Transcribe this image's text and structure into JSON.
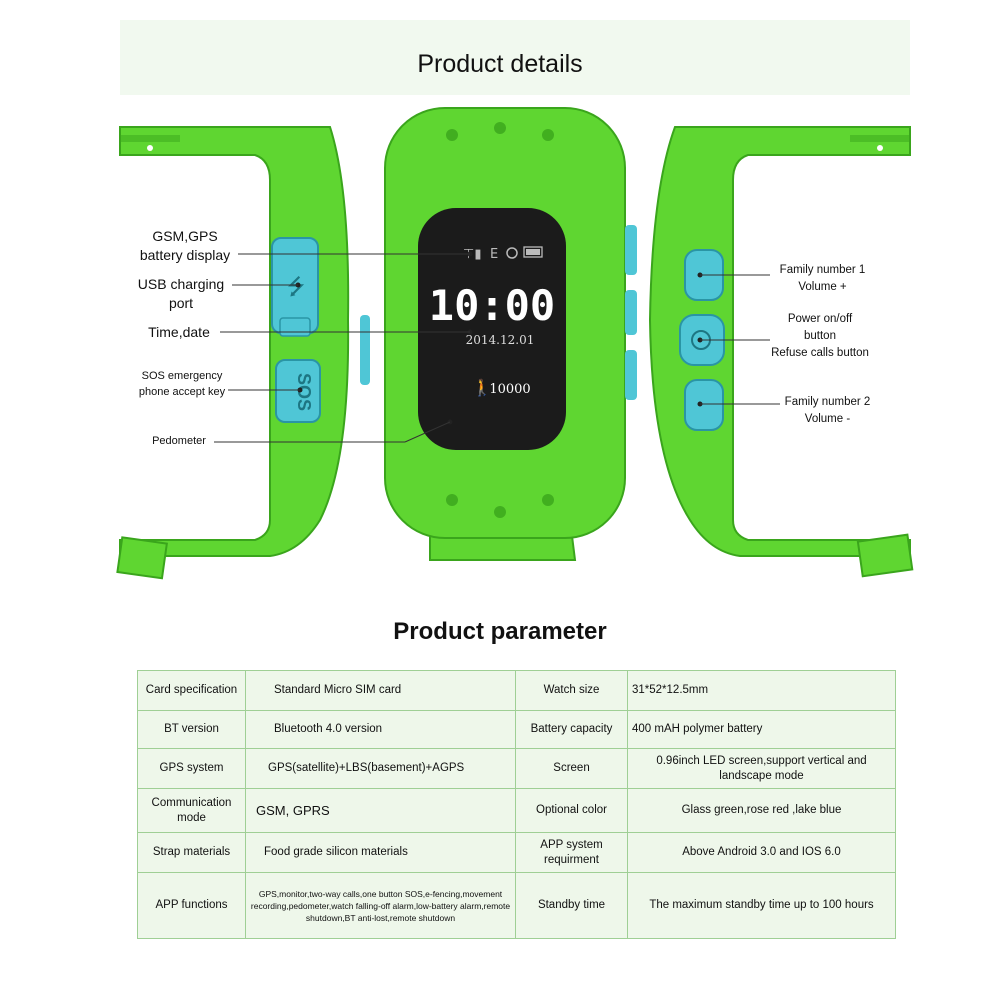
{
  "header": {
    "title": "Product details"
  },
  "watch": {
    "time": "10:00",
    "date": "2014.12.01",
    "steps": "10000",
    "sos": "SOS",
    "status_e": "E"
  },
  "callouts": {
    "gsm_gps": [
      "GSM,GPS",
      "battery display"
    ],
    "usb": [
      "USB charging",
      "port"
    ],
    "time_date": "Time,date",
    "sos": [
      "SOS emergency",
      "phone accept key"
    ],
    "pedometer": "Pedometer",
    "family1": [
      "Family number 1",
      "Volume +"
    ],
    "power": [
      "Power on/off",
      "button",
      "Refuse calls button"
    ],
    "family2": [
      "Family number 2",
      "Volume -"
    ]
  },
  "params": {
    "title": "Product parameter",
    "rows": [
      {
        "k1": "Card specification",
        "v1": "Standard Micro SIM card",
        "k2": "Watch size",
        "v2": "31*52*12.5mm"
      },
      {
        "k1": "BT version",
        "v1": "Bluetooth 4.0 version",
        "k2": "Battery capacity",
        "v2": "400 mAH polymer battery"
      },
      {
        "k1": "GPS system",
        "v1": "GPS(satellite)+LBS(basement)+AGPS",
        "k2": "Screen",
        "v2": "0.96inch LED screen,support vertical and landscape mode"
      },
      {
        "k1": "Communication mode",
        "v1": "GSM,  GPRS",
        "k2": "Optional color",
        "v2": "Glass green,rose red ,lake blue"
      },
      {
        "k1": "Strap materials",
        "v1": "Food grade silicon materials",
        "k2": "APP system requirment",
        "v2": "Above Android 3.0 and IOS 6.0"
      },
      {
        "k1": "APP functions",
        "v1": "GPS,monitor,two-way calls,one button SOS,e-fencing,movement recording,pedometer,watch falling-off alarm,low-battery alarm,remote shutdown,BT anti-lost,remote shutdown",
        "k2": "Standby time",
        "v2": "The maximum standby time up to 100 hours"
      }
    ]
  },
  "colors": {
    "strap_green": "#5fd631",
    "screen": "#1b1b1b",
    "button_blue": "#4fc6d6",
    "table_bg": "#eef7ea",
    "table_border": "#9fcf95"
  }
}
